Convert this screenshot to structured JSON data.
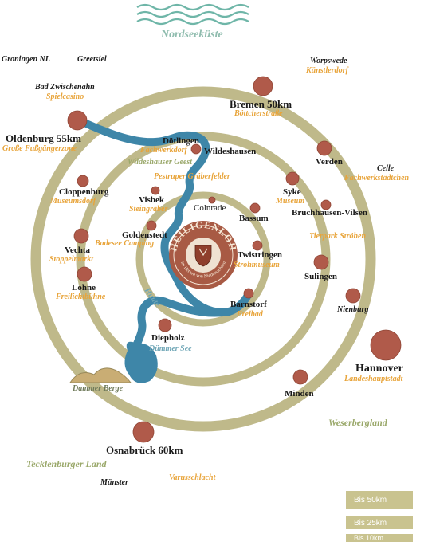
{
  "sea_label": "Nordseeküste",
  "center": {
    "name": "HEILIGENLOH",
    "tagline": "im Herzen von Niedersachsen"
  },
  "cities": {
    "groningen": "Groningen NL",
    "greetsiel": "Greetsiel",
    "worpswede": "Worpswede",
    "bad_zwischenahn": "Bad Zwischenahn",
    "bremen": "Bremen 50km",
    "oldenburg": "Oldenburg 55km",
    "doetlingen": "Dötlingen",
    "wildeshausen": "Wildeshausen",
    "verden": "Verden",
    "celle": "Celle",
    "cloppenburg": "Cloppenburg",
    "visbek": "Visbek",
    "colnrade": "Colnrade",
    "syke": "Syke",
    "bruchhausen": "Bruchhausen-Vilsen",
    "bassum": "Bassum",
    "goldenstedt": "Goldenstedt",
    "vechta": "Vechta",
    "twistringen": "Twistringen",
    "sulingen": "Sulingen",
    "lohne": "Lohne",
    "barnstorf": "Barnstorf",
    "nienburg": "Nienburg",
    "diepholz": "Diepholz",
    "hannover": "Hannover",
    "minden": "Minden",
    "osnabrueck": "Osnabrück 60km",
    "muenster": "Münster"
  },
  "attractions": {
    "worpswede": "Künstlerdorf",
    "bad_zwischenahn": "Spielcasino",
    "bremen": "Böttcherstraße",
    "oldenburg": "Große Fußgängerzone",
    "doetlingen": "Fachwerkdorf",
    "celle": "Fachwerkstädtchen",
    "pestrup": "Pestruper Gräberfelder",
    "cloppenburg": "Museumsdorf",
    "visbek": "Steingräber",
    "syke": "Museum",
    "tierpark": "Tierpark Ströhen",
    "badesee": "Badesee Camping",
    "vechta": "Stoppelmarkt",
    "twistringen": "Strohmuseum",
    "lohne": "Freilichtbühne",
    "barnstorf": "Freibad",
    "hannover": "Landeshauptstadt",
    "varusschlacht": "Varusschlacht"
  },
  "landscapes": {
    "geest": "Wildeshauser Geest",
    "weserbergland": "Weserbergland",
    "tecklenburg": "Tecklenburger Land",
    "dammer": "Dammer Berge"
  },
  "water": {
    "river": "Hunte",
    "lake": "Dümmer See"
  },
  "legend": [
    {
      "label": "Bis 50km"
    },
    {
      "label": "Bis 25km"
    },
    {
      "label": "Bis 10km"
    }
  ],
  "colors": {
    "ring": "#bfb98a",
    "river": "#3e86a8",
    "city_dot": "#b05a4a",
    "sub_label": "#e8a43a",
    "landscape": "#9aa86a",
    "seal": "#a85a44"
  }
}
